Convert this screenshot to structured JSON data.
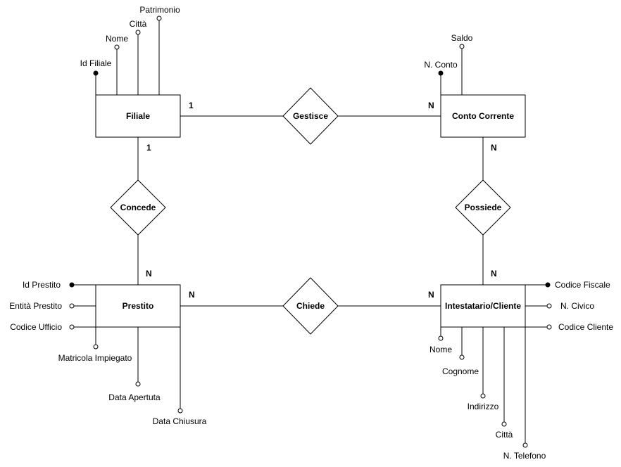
{
  "entities": {
    "filiale": "Filiale",
    "conto": "Conto Corrente",
    "prestito": "Prestito",
    "intestatario": "Intestatario/Cliente"
  },
  "relationships": {
    "gestisce": "Gestisce",
    "concede": "Concede",
    "possiede": "Possiede",
    "chiede": "Chiede"
  },
  "cardinalities": {
    "filiale_gestisce": "1",
    "conto_gestisce": "N",
    "filiale_concede": "1",
    "prestito_concede": "N",
    "conto_possiede": "N",
    "intestatario_possiede": "N",
    "prestito_chiede": "N",
    "intestatario_chiede": "N"
  },
  "attributes": {
    "filiale": {
      "id": "Id Filiale",
      "nome": "Nome",
      "citta": "Città",
      "patrimonio": "Patrimonio"
    },
    "conto": {
      "numero": "N. Conto",
      "saldo": "Saldo"
    },
    "prestito": {
      "id": "Id Prestito",
      "entita": "Entità Prestito",
      "codice_ufficio": "Codice Ufficio",
      "matricola": "Matricola Impiegato",
      "data_apertura": "Data Apertuta",
      "data_chiusura": "Data Chiusura"
    },
    "intestatario": {
      "codice_fiscale": "Codice Fiscale",
      "civico": "N. Civico",
      "codice_cliente": "Codice Cliente",
      "nome": "Nome",
      "cognome": "Cognome",
      "indirizzo": "Indirizzo",
      "citta": "Città",
      "telefono": "N. Telefono"
    }
  },
  "key_attributes": [
    "Id Filiale",
    "N. Conto",
    "Id Prestito",
    "Codice Fiscale"
  ],
  "colors": {
    "stroke": "#000000",
    "fill": "#ffffff"
  }
}
